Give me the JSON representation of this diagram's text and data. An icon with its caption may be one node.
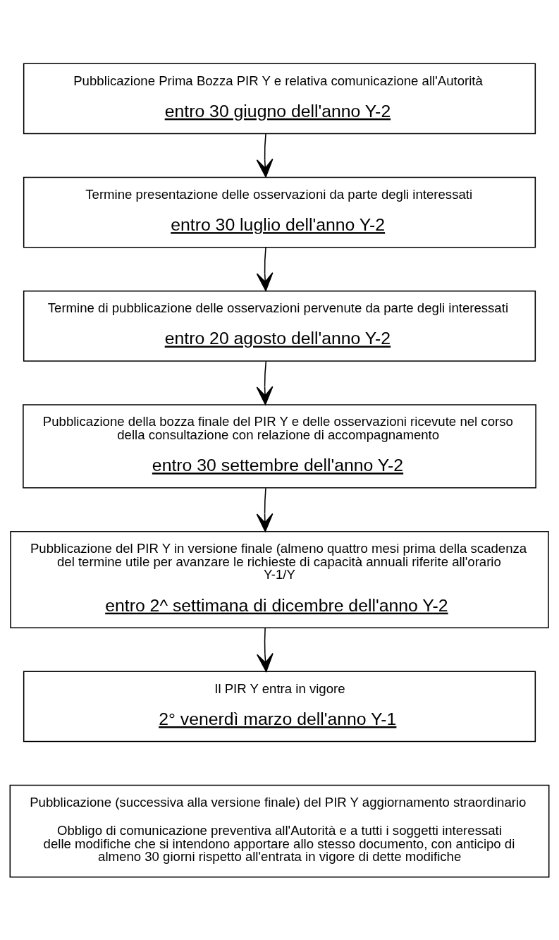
{
  "diagram": {
    "nodes": [
      {
        "text": [
          "Pubblicazione Prima Bozza PIR Y e relativa comunicazione all'Autorità",
          "entro 30 giugno dell'anno Y-2"
        ]
      },
      {
        "text": [
          "Termine presentazione delle osservazioni da parte degli interessati",
          "entro 30 luglio dell'anno Y-2"
        ]
      },
      {
        "text": [
          "Termine di pubblicazione delle osservazioni pervenute da parte degli interessati",
          "entro 20 agosto dell'anno Y-2"
        ]
      },
      {
        "text": [
          "Pubblicazione della bozza finale del PIR Y e delle osservazioni ricevute nel corso della consultazione con relazione di accompagnamento",
          "entro 30 settembre dell'anno Y-2"
        ]
      },
      {
        "text": [
          "Pubblicazione del PIR Y in versione finale (almeno quattro mesi prima della scadenza del termine utile per avanzare le richieste di capacità annuali riferite all'orario Y-1/Y",
          "entro 2^ settimana di dicembre dell'anno Y-2"
        ]
      },
      {
        "text": [
          "Il PIR Y entra in vigore",
          "2° venerdì marzo dell'anno Y-1"
        ]
      },
      {
        "text": [
          "Pubblicazione (successiva alla versione finale) del PIR Y aggiornamento straordinario",
          "Obbligo di comunicazione preventiva all'Autorità e a tutti i soggetti interessati delle modifiche che si intendono apportare allo stesso documento, con anticipo di almeno 30 giorni rispetto all'entrata in vigore di dette modifiche"
        ]
      }
    ],
    "edges": [
      {
        "from": 0,
        "to": 1,
        "arrow": "to"
      },
      {
        "from": 1,
        "to": 2,
        "arrow": "to"
      },
      {
        "from": 2,
        "to": 3,
        "arrow": "to"
      },
      {
        "from": 3,
        "to": 4,
        "arrow": "to"
      },
      {
        "from": 4,
        "to": 5,
        "arrow": "to"
      }
    ]
  }
}
